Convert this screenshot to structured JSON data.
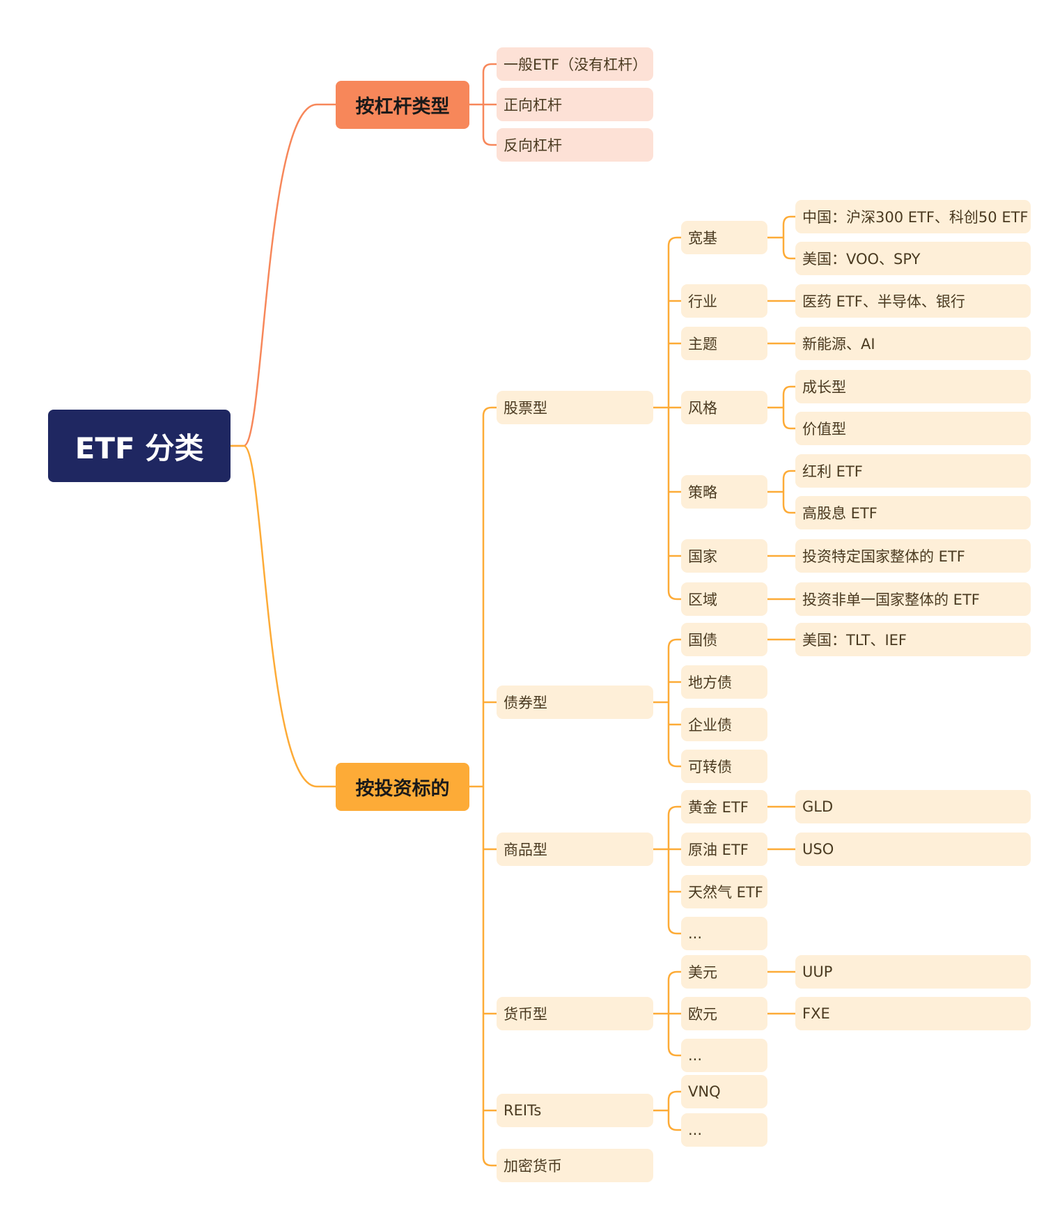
{
  "root": {
    "label": "ETF 分类"
  },
  "colors": {
    "root_bg": "#1f2761",
    "leverage_branch": "#f7875a",
    "leverage_leaf_bg": "#fde1d6",
    "investment_branch": "#fdab37",
    "investment_leaf_bg": "#feefd8",
    "leverage_line": "#f7875a",
    "investment_line": "#fdab37"
  },
  "leverage": {
    "label": "按杠杆类型",
    "items": [
      "一般ETF（没有杠杆）",
      "正向杠杆",
      "反向杠杆"
    ]
  },
  "investment": {
    "label": "按投资标的",
    "stock": {
      "label": "股票型",
      "broad": {
        "label": "宽基",
        "china": "中国：沪深300 ETF、科创50 ETF",
        "us": "美国：VOO、SPY"
      },
      "industry": {
        "label": "行业",
        "detail": "医药 ETF、半导体、银行"
      },
      "theme": {
        "label": "主题",
        "detail": "新能源、AI"
      },
      "style": {
        "label": "风格",
        "growth": "成长型",
        "value": "价值型"
      },
      "strategy": {
        "label": "策略",
        "dividend": "红利 ETF",
        "high_yield": "高股息 ETF"
      },
      "country": {
        "label": "国家",
        "detail": "投资特定国家整体的 ETF"
      },
      "region": {
        "label": "区域",
        "detail": "投资非单一国家整体的 ETF"
      }
    },
    "bond": {
      "label": "债券型",
      "treasury": {
        "label": "国债",
        "detail": "美国：TLT、IEF"
      },
      "local": "地方债",
      "corporate": "企业债",
      "convertible": "可转债"
    },
    "commodity": {
      "label": "商品型",
      "gold": {
        "label": "黄金 ETF",
        "detail": "GLD"
      },
      "oil": {
        "label": "原油 ETF",
        "detail": "USO"
      },
      "gas": "天然气 ETF",
      "more": "..."
    },
    "currency": {
      "label": "货币型",
      "usd": {
        "label": "美元",
        "detail": "UUP"
      },
      "eur": {
        "label": "欧元",
        "detail": "FXE"
      },
      "more": "..."
    },
    "reits": {
      "label": "REITs",
      "vnq": "VNQ",
      "more": "..."
    },
    "crypto": {
      "label": "加密货币"
    }
  }
}
